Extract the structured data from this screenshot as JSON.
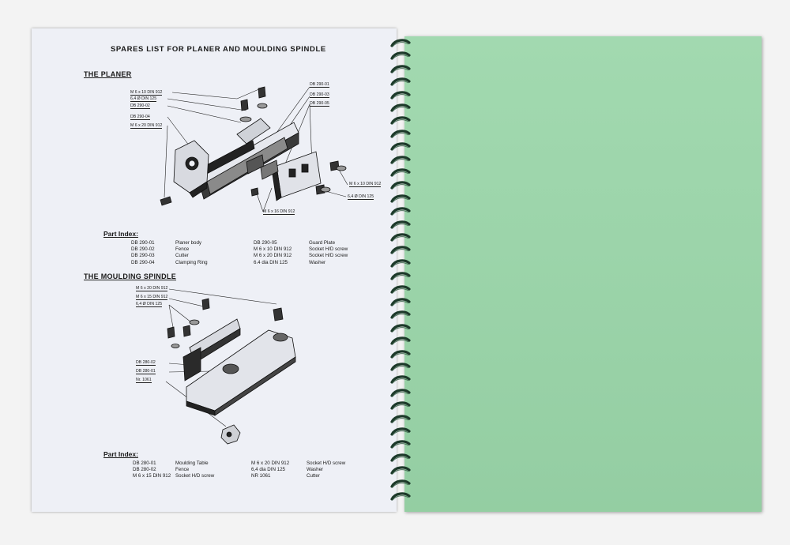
{
  "document": {
    "title": "SPARES LIST FOR PLANER AND MOULDING SPINDLE",
    "planer": {
      "heading": "THE PLANER",
      "callouts": [
        "M 6 x 10 DIN 912",
        "6,4 Ø DIN 125",
        "DB 290-02",
        "DB 290-04",
        "M 6 x 20 DIN 912",
        "DB 290-01",
        "DB 290-03",
        "DB 290-05",
        "M 6 x 10 DIN 912",
        "6,4 Ø DIN 125",
        "M 6 x 16 DIN 912"
      ],
      "index_heading": "Part Index:",
      "index_left": [
        {
          "part": "DB 290-01",
          "desc": "Planer body"
        },
        {
          "part": "DB 290-02",
          "desc": "Fence"
        },
        {
          "part": "DB 290-03",
          "desc": "Cutter"
        },
        {
          "part": "DB 290-04",
          "desc": "Clamping Ring"
        }
      ],
      "index_right": [
        {
          "part": "DB 290-05",
          "desc": "Guard Plate"
        },
        {
          "part": "M 6 x 10 DIN 912",
          "desc": "Socket H/D screw"
        },
        {
          "part": "M 6 x 20 DIN 912",
          "desc": "Socket H/D screw"
        },
        {
          "part": "6.4 dia DIN 125",
          "desc": "Washer"
        }
      ]
    },
    "spindle": {
      "heading": "THE MOULDING SPINDLE",
      "callouts": [
        "M 6 x 20 DIN 912",
        "M 6 x 15 DIN 912",
        "6,4 Ø DIN 125",
        "DB 280-02",
        "DB 280-01",
        "Nr. 1061"
      ],
      "index_heading": "Part Index:",
      "index_left": [
        {
          "part": "DB 280-01",
          "desc": "Moulding Table"
        },
        {
          "part": "DB 280-02",
          "desc": "Fence"
        },
        {
          "part": "M 6 x 15 DIN 912",
          "desc": "Socket H/D screw"
        }
      ],
      "index_right": [
        {
          "part": "M 6 x 20 DIN 912",
          "desc": "Socket H/D screw"
        },
        {
          "part": "6,4 dia DIN 125",
          "desc": "Washer"
        },
        {
          "part": "NR 1061",
          "desc": "Cutter"
        }
      ]
    }
  },
  "colors": {
    "page": "#eef0f6",
    "cover": "#9ad6a9",
    "binding": "#1d3a2a",
    "ink": "#1a1a1a"
  }
}
